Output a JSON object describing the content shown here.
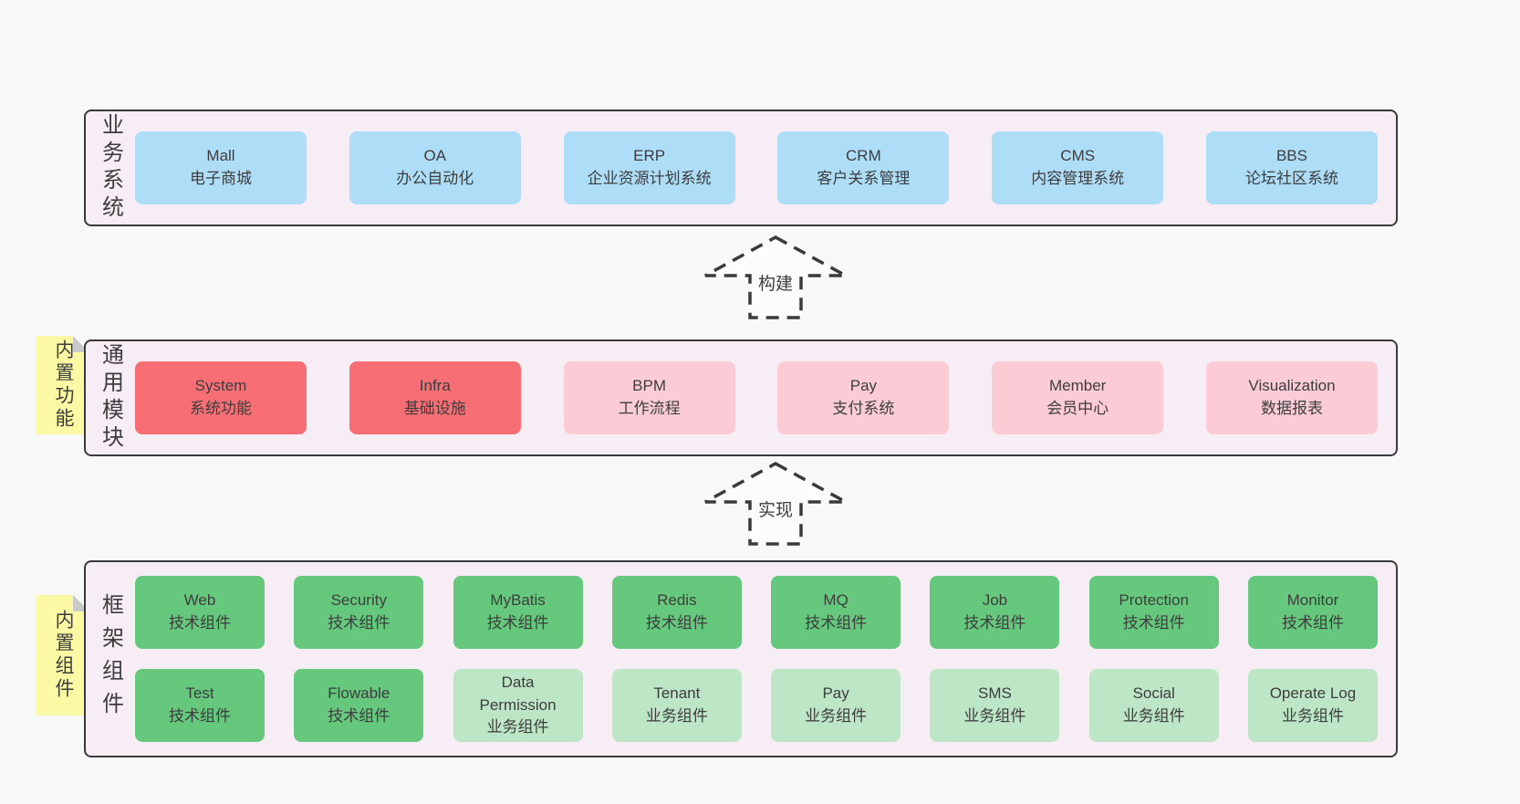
{
  "colors": {
    "pageBg": "#f8f8f8",
    "layerBg": "#f7edf5",
    "border": "#3a3a3a",
    "text": "#3d3d3d",
    "blue": "#aeddf8",
    "red": "#f76f75",
    "pink": "#fbccd6",
    "green": "#65c87d",
    "lightGreen": "#bde6c6",
    "sticky": "#fcf9a5",
    "fold": "#c9c9c9",
    "arrowFill": "#fcfcfc"
  },
  "arrows": [
    {
      "label": "构建"
    },
    {
      "label": "实现"
    }
  ],
  "layers": [
    {
      "label": "业务系统",
      "sticky": null,
      "rows": [
        [
          {
            "en": "Mall",
            "zh": "电子商城",
            "variant": "blue"
          },
          {
            "en": "OA",
            "zh": "办公自动化",
            "variant": "blue"
          },
          {
            "en": "ERP",
            "zh": "企业资源计划系统",
            "variant": "blue"
          },
          {
            "en": "CRM",
            "zh": "客户关系管理",
            "variant": "blue"
          },
          {
            "en": "CMS",
            "zh": "内容管理系统",
            "variant": "blue"
          },
          {
            "en": "BBS",
            "zh": "论坛社区系统",
            "variant": "blue"
          }
        ]
      ]
    },
    {
      "label": "通用模块",
      "sticky": "内置功能",
      "rows": [
        [
          {
            "en": "System",
            "zh": "系统功能",
            "variant": "red"
          },
          {
            "en": "Infra",
            "zh": "基础设施",
            "variant": "red"
          },
          {
            "en": "BPM",
            "zh": "工作流程",
            "variant": "pink"
          },
          {
            "en": "Pay",
            "zh": "支付系统",
            "variant": "pink"
          },
          {
            "en": "Member",
            "zh": "会员中心",
            "variant": "pink"
          },
          {
            "en": "Visualization",
            "zh": "数据报表",
            "variant": "pink"
          }
        ]
      ]
    },
    {
      "label": "框架组件",
      "sticky": "内置组件",
      "rows": [
        [
          {
            "en": "Web",
            "zh": "技术组件",
            "variant": "green"
          },
          {
            "en": "Security",
            "zh": "技术组件",
            "variant": "green"
          },
          {
            "en": "MyBatis",
            "zh": "技术组件",
            "variant": "green"
          },
          {
            "en": "Redis",
            "zh": "技术组件",
            "variant": "green"
          },
          {
            "en": "MQ",
            "zh": "技术组件",
            "variant": "green"
          },
          {
            "en": "Job",
            "zh": "技术组件",
            "variant": "green"
          },
          {
            "en": "Protection",
            "zh": "技术组件",
            "variant": "green"
          },
          {
            "en": "Monitor",
            "zh": "技术组件",
            "variant": "green"
          }
        ],
        [
          {
            "en": "Test",
            "zh": "技术组件",
            "variant": "green"
          },
          {
            "en": "Flowable",
            "zh": "技术组件",
            "variant": "green"
          },
          {
            "en": "Data Permission",
            "zh": "业务组件",
            "variant": "lightgreen"
          },
          {
            "en": "Tenant",
            "zh": "业务组件",
            "variant": "lightgreen"
          },
          {
            "en": "Pay",
            "zh": "业务组件",
            "variant": "lightgreen"
          },
          {
            "en": "SMS",
            "zh": "业务组件",
            "variant": "lightgreen"
          },
          {
            "en": "Social",
            "zh": "业务组件",
            "variant": "lightgreen"
          },
          {
            "en": "Operate Log",
            "zh": "业务组件",
            "variant": "lightgreen"
          }
        ]
      ]
    }
  ]
}
